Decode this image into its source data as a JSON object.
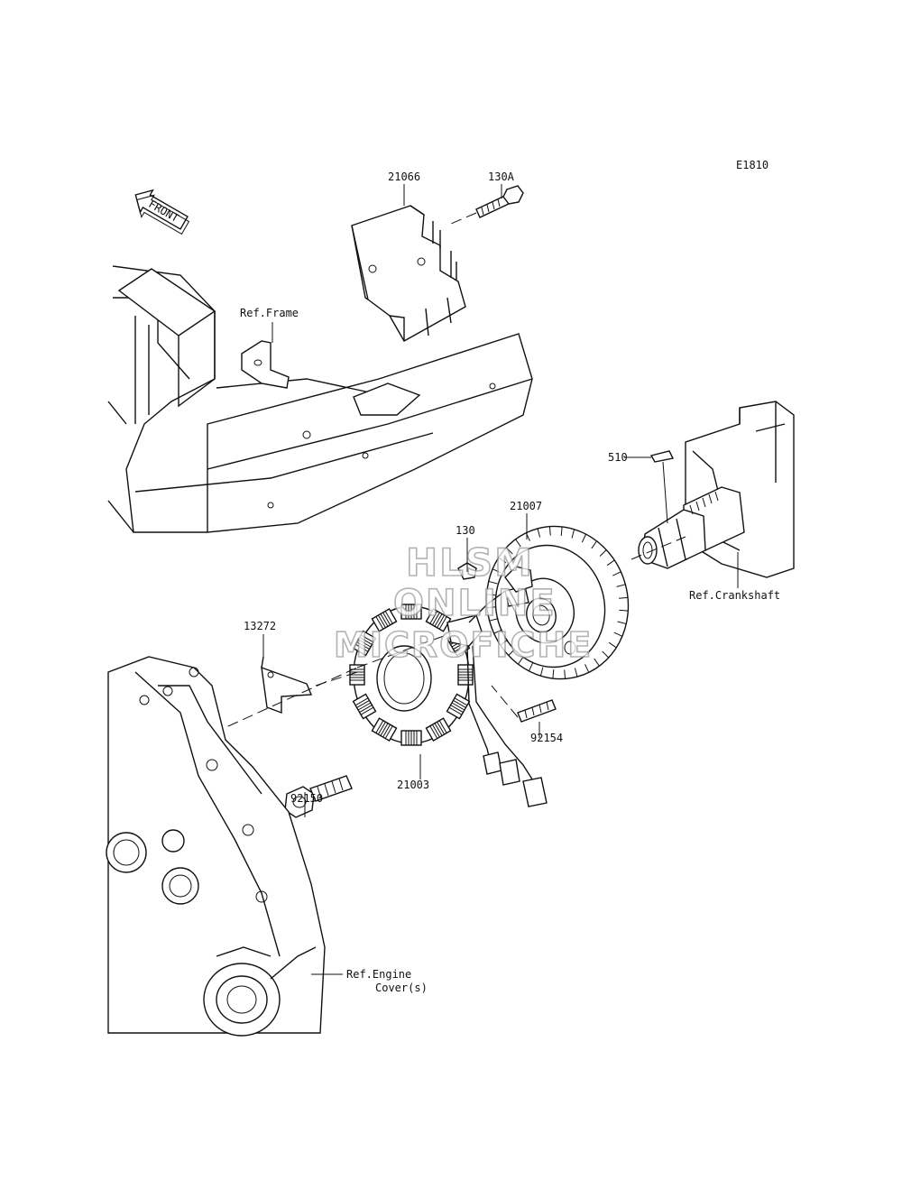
{
  "diagram_code": "E1810",
  "front_arrow": {
    "label": "FRONT"
  },
  "parts": {
    "p21066": "21066",
    "p130A": "130A",
    "p510": "510",
    "p21007": "21007",
    "p130": "130",
    "p13272": "13272",
    "p92154": "92154",
    "p92150": "92150",
    "p21003": "21003"
  },
  "references": {
    "frame": "Ref.Frame",
    "crankshaft": "Ref.Crankshaft",
    "engine_cover_line1": "Ref.Engine",
    "engine_cover_line2": "Cover(s)"
  },
  "watermark": {
    "line1": "HLSM",
    "line2": "ONLINE",
    "line3": "MICROFICHE"
  }
}
